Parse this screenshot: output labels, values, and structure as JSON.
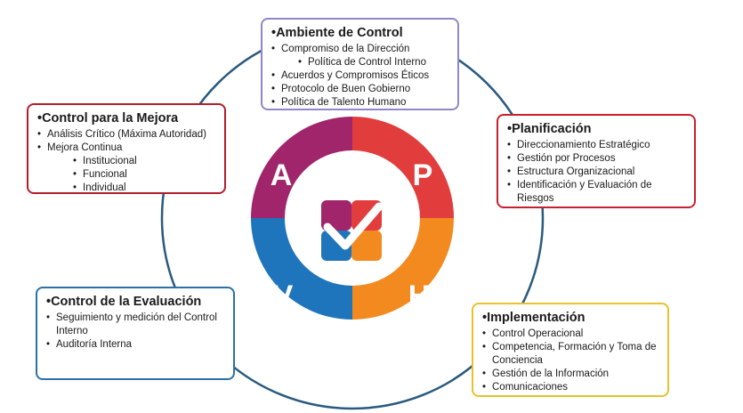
{
  "cycle": {
    "letters": [
      "A",
      "P",
      "H",
      "V"
    ],
    "colors": {
      "a": "#a0256b",
      "p": "#e23d3d",
      "h": "#f28a1f",
      "v": "#1f75bb",
      "ring": "#2a5a7e"
    },
    "center_icon": "check-mark-icon"
  },
  "ambiente": {
    "title": "Ambiente de Control",
    "items": [
      "Compromiso de la Dirección",
      "Política de Control Interno",
      "Acuerdos y Compromisos Éticos",
      "Protocolo de Buen Gobierno",
      "Política de Talento Humano"
    ]
  },
  "planificacion": {
    "title": "Planificación",
    "items": [
      "Direccionamiento Estratégico",
      "Gestión por Procesos",
      "Estructura Organizacional",
      "Identificación y Evaluación de Riesgos"
    ]
  },
  "implementacion": {
    "title": "Implementación",
    "items": [
      "Control Operacional",
      "Competencia, Formación y Toma de Conciencia",
      "Gestión de la Información",
      "Comunicaciones"
    ]
  },
  "evaluacion": {
    "title": "Control de la Evaluación",
    "items": [
      "Seguimiento y medición del Control Interno",
      "Auditoría Interna"
    ]
  },
  "mejora": {
    "title": "Control para la Mejora",
    "items": [
      "Análisis Crítico (Máxima Autoridad)",
      "Mejora Continua",
      "Institucional",
      "Funcional",
      "Individual"
    ]
  }
}
